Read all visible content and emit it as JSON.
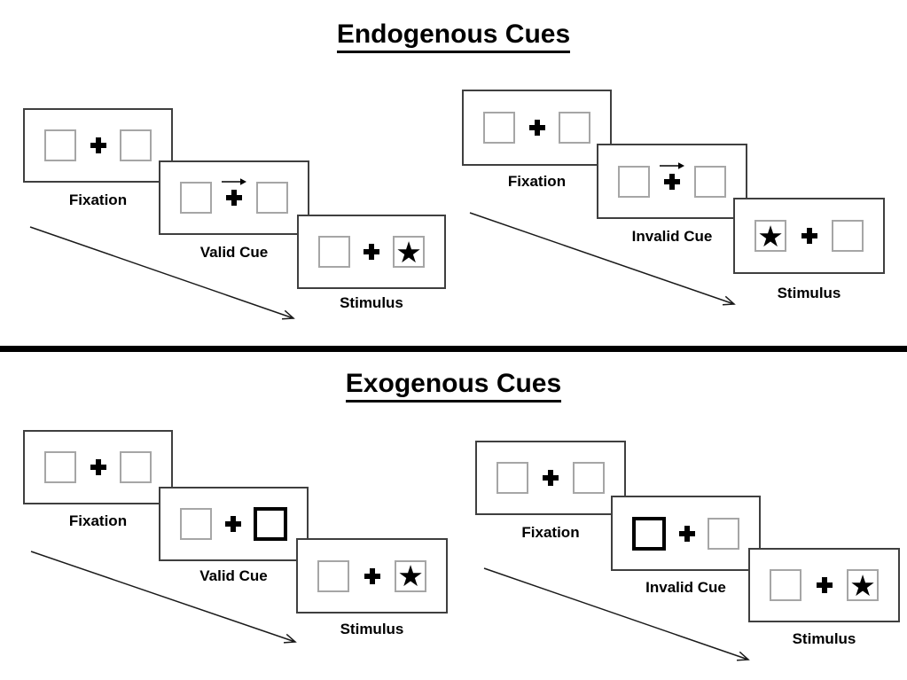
{
  "sections": [
    {
      "title": "Endogenous Cues",
      "sequences": [
        {
          "name": "valid",
          "steps": [
            {
              "label": "Fixation",
              "left_box": "empty",
              "right_box": "empty",
              "cue": "none"
            },
            {
              "label": "Valid Cue",
              "left_box": "empty",
              "right_box": "empty",
              "cue": "arrow-right"
            },
            {
              "label": "Stimulus",
              "left_box": "empty",
              "right_box": "star",
              "cue": "none"
            }
          ]
        },
        {
          "name": "invalid",
          "steps": [
            {
              "label": "Fixation",
              "left_box": "empty",
              "right_box": "empty",
              "cue": "none"
            },
            {
              "label": "Invalid Cue",
              "left_box": "empty",
              "right_box": "empty",
              "cue": "arrow-right"
            },
            {
              "label": "Stimulus",
              "left_box": "star",
              "right_box": "empty",
              "cue": "none"
            }
          ]
        }
      ]
    },
    {
      "title": "Exogenous Cues",
      "sequences": [
        {
          "name": "valid",
          "steps": [
            {
              "label": "Fixation",
              "left_box": "empty",
              "right_box": "empty",
              "cue": "none"
            },
            {
              "label": "Valid Cue",
              "left_box": "empty",
              "right_box": "highlighted",
              "cue": "box-highlight"
            },
            {
              "label": "Stimulus",
              "left_box": "empty",
              "right_box": "star",
              "cue": "none"
            }
          ]
        },
        {
          "name": "invalid",
          "steps": [
            {
              "label": "Fixation",
              "left_box": "empty",
              "right_box": "empty",
              "cue": "none"
            },
            {
              "label": "Invalid Cue",
              "left_box": "highlighted",
              "right_box": "empty",
              "cue": "box-highlight"
            },
            {
              "label": "Stimulus",
              "left_box": "empty",
              "right_box": "star",
              "cue": "none"
            }
          ]
        }
      ]
    }
  ],
  "icons": {
    "star": "★",
    "fixation_cross": "plus-cross",
    "cue_arrow_direction": "right",
    "timeline_arrow": "diagonal-down-right"
  },
  "colors": {
    "ink": "#000000",
    "panel_border": "#3f3f3f",
    "box_border": "#a6a6a6",
    "highlight_border": "#000000",
    "background": "#ffffff"
  }
}
